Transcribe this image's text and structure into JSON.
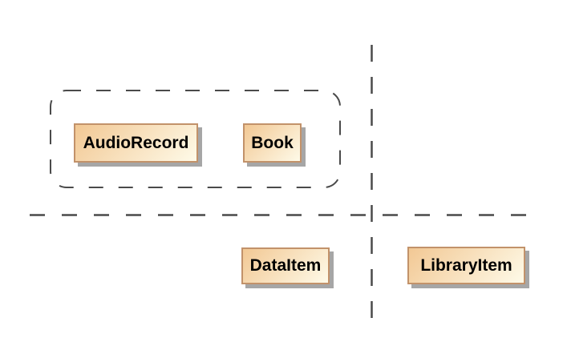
{
  "diagram": {
    "nodes": [
      {
        "id": "audio-record",
        "label": "AudioRecord"
      },
      {
        "id": "book",
        "label": "Book"
      },
      {
        "id": "data-item",
        "label": "DataItem"
      },
      {
        "id": "library-item",
        "label": "LibraryItem"
      }
    ]
  },
  "colors": {
    "background": "#ffffff",
    "dash": "#4a4a4a",
    "node-border": "#c2926a",
    "node-fill-start": "#f2c894",
    "node-fill-end": "#fefae8",
    "node-shadow": "#a6a6a6",
    "text": "#000000"
  }
}
